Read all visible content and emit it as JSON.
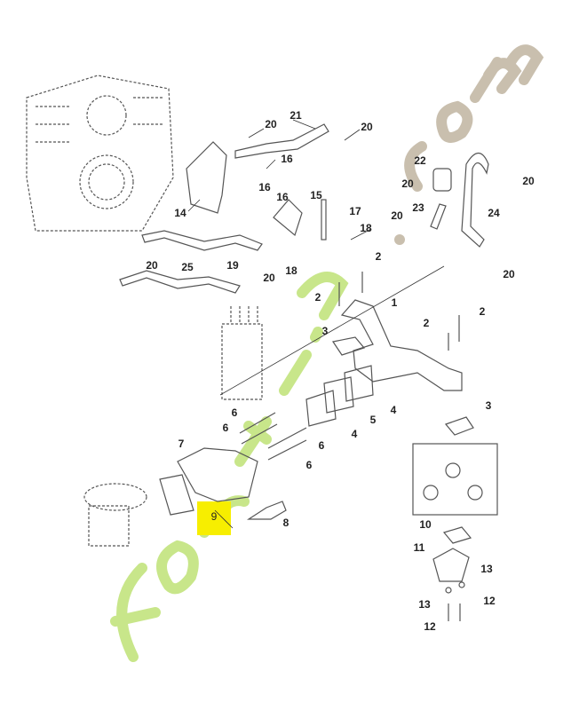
{
  "diagram": {
    "title": "Exploded parts diagram - intake manifold and carburettor",
    "highlighted_part": "9",
    "watermark": "fortjardin.com",
    "colors": {
      "line": "#555555",
      "highlight": "#f7ee00",
      "watermark_green": "#c8e68a",
      "watermark_grey": "#c9bfae"
    },
    "callouts": [
      "20",
      "21",
      "20",
      "16",
      "16",
      "16",
      "15",
      "17",
      "14",
      "18",
      "20",
      "19",
      "20",
      "18",
      "2",
      "25",
      "2",
      "1",
      "3",
      "2",
      "2",
      "6",
      "4",
      "5",
      "4",
      "6",
      "6",
      "6",
      "7",
      "3",
      "9",
      "8",
      "10",
      "11",
      "13",
      "13",
      "12",
      "12",
      "22",
      "20",
      "20",
      "23",
      "24",
      "20",
      "20"
    ]
  }
}
